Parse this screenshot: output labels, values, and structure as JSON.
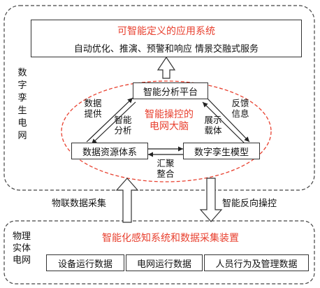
{
  "top_panel": {
    "title": "可智能定义的应用系统",
    "subtitle": "自动优化、推演、预警和响应 情景交融式服务"
  },
  "digital_twin_region": {
    "side_label": "数字孪生电网"
  },
  "core": {
    "brain_line1": "智能操控的",
    "brain_line2": "电网大脑",
    "analysis_platform": "智能分析平台",
    "data_resource_system": "数据资源体系",
    "digital_twin_model": "数字孪生模型",
    "label_data_provide_1": "数据",
    "label_data_provide_2": "提供",
    "label_smart_analysis_1": "智能",
    "label_smart_analysis_2": "分析",
    "label_feedback_1": "反馈",
    "label_feedback_2": "信息",
    "label_display_1": "展示",
    "label_display_2": "载体",
    "label_aggregate_1": "汇聚",
    "label_aggregate_2": "整合"
  },
  "middle": {
    "iot_collection": "物联数据采集",
    "reverse_control": "智能反向操控"
  },
  "physical_region": {
    "side_label_1": "物理",
    "side_label_2": "实体",
    "side_label_3": "电网",
    "title": "智能化感知系统和数据采集装置",
    "items": [
      "设备运行数据",
      "电网运行数据",
      "人员行为及管理数据"
    ]
  }
}
